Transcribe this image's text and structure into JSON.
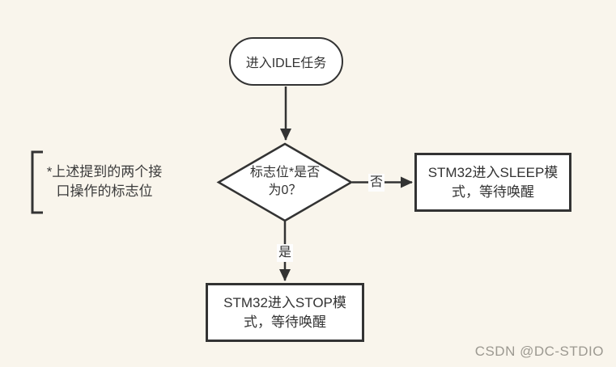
{
  "canvas": {
    "background": "#f9f5ec",
    "stroke_color": "#333333",
    "node_fill": "#ffffff"
  },
  "flowchart": {
    "start": {
      "label": "进入IDLE任务"
    },
    "decision": {
      "lines": [
        "标志位*是否",
        "为0？"
      ]
    },
    "sleep": {
      "lines": [
        "STM32进入SLEEP模",
        "式，等待唤醒"
      ]
    },
    "stop": {
      "lines": [
        "STM32进入STOP模",
        "式，等待唤醒"
      ]
    },
    "edges": {
      "no_label": "否",
      "yes_label": "是"
    }
  },
  "annotation": {
    "lines": [
      "*上述提到的两个接",
      "口操作的标志位"
    ]
  },
  "watermark": {
    "text": "CSDN @DC-STDIO"
  }
}
